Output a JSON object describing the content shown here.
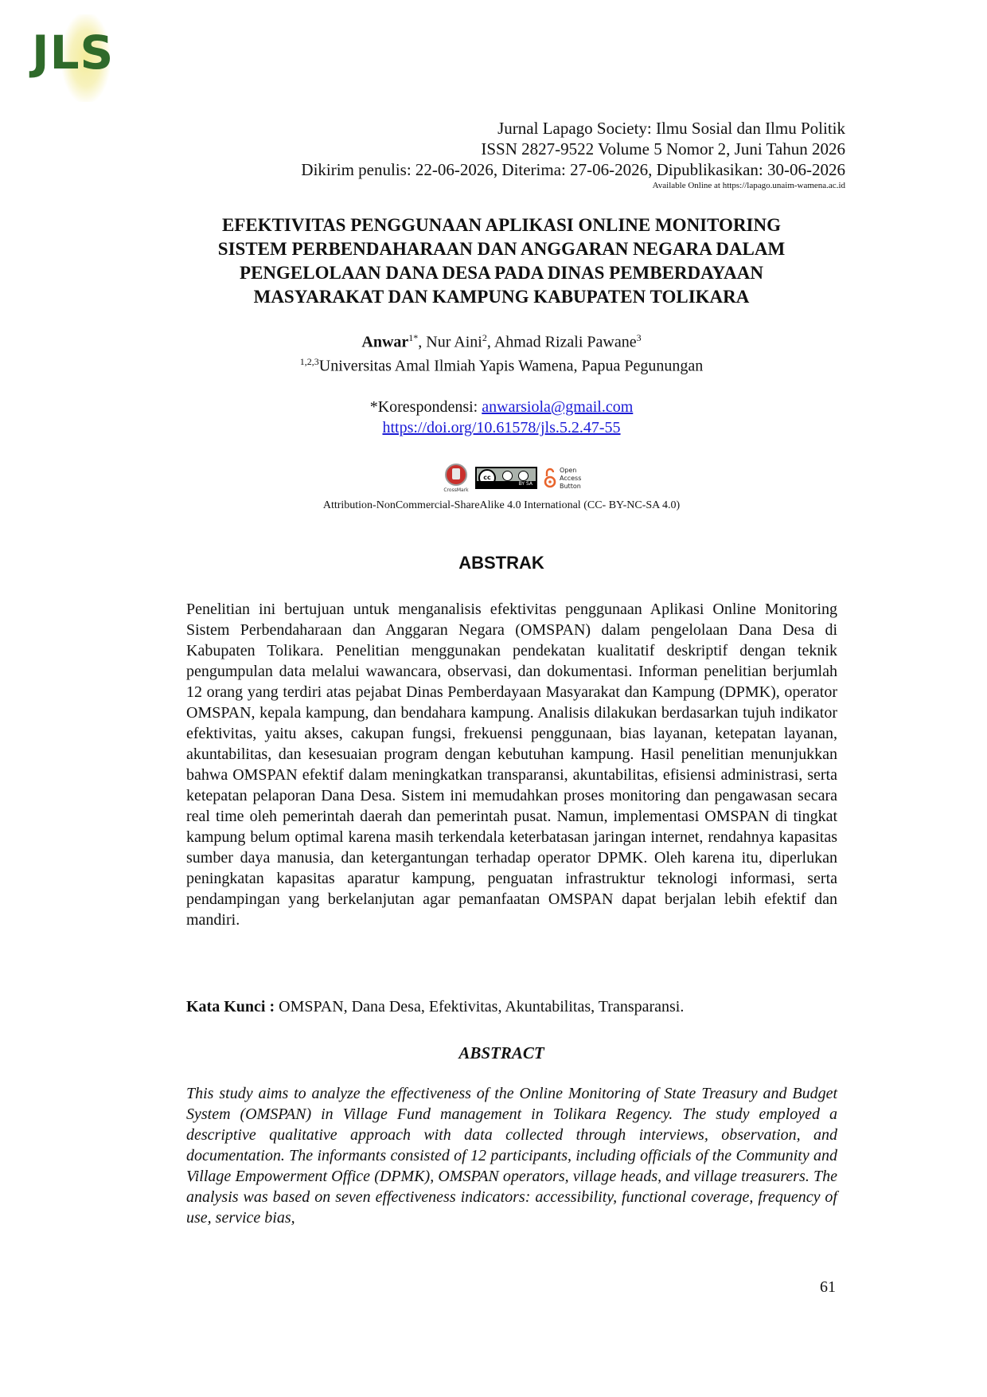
{
  "logo": {
    "text": "JLS"
  },
  "journal": {
    "name": "Jurnal Lapago Society: Ilmu Sosial dan Ilmu Politik",
    "issue": "ISSN 2827-9522 Volume 5 Nomor 2, Juni Tahun 2026",
    "dates": "Dikirim penulis: 22-06-2026, Diterima: 27-06-2026, Dipublikasikan: 30-06-2026",
    "available_online": "Available Online at https://lapago.unaim-wamena.ac.id"
  },
  "title_lines": [
    "EFEKTIVITAS PENGGUNAAN APLIKASI ONLINE MONITORING",
    "SISTEM PERBENDAHARAAN DAN ANGGARAN NEGARA DALAM",
    "PENGELOLAAN DANA DESA PADA DINAS PEMBERDAYAAN",
    "MASYARAKAT DAN KAMPUNG KABUPATEN TOLIKARA"
  ],
  "authors": {
    "author1": "Anwar",
    "author1_sup": "1*",
    "sep1": ", ",
    "author2": "Nur Aini",
    "author2_sup": "2",
    "sep2": ", ",
    "author3": "Ahmad Rizali Pawane",
    "author3_sup": "3"
  },
  "affiliation": {
    "sup": "1,2,3",
    "text": "Universitas Amal Ilmiah Yapis Wamena, Papua Pegunungan"
  },
  "correspondence": {
    "label": "*Korespondensi: ",
    "email": "anwarsiola@gmail.com",
    "doi": "https://doi.org/10.61578/jls.5.2.47-55"
  },
  "badges": {
    "crossmark_label": "CrossMark",
    "cc_symbol": "cc",
    "cc_bar": "BY  SA",
    "oa_line1": "Open",
    "oa_line2": "Access",
    "oa_line3": "Button"
  },
  "license": "Attribution-NonCommercial-ShareAlike 4.0 International (CC- BY-NC-SA 4.0)",
  "abstrak": {
    "heading": "ABSTRAK",
    "body": "Penelitian ini bertujuan untuk menganalisis efektivitas penggunaan Aplikasi Online Monitoring Sistem Perbendaharaan dan Anggaran Negara (OMSPAN) dalam pengelolaan Dana Desa di Kabupaten Tolikara. Penelitian menggunakan pendekatan kualitatif deskriptif dengan teknik pengumpulan data melalui wawancara, observasi, dan dokumentasi. Informan penelitian berjumlah 12 orang yang terdiri atas pejabat Dinas Pemberdayaan Masyarakat dan Kampung (DPMK), operator OMSPAN, kepala kampung, dan bendahara kampung. Analisis dilakukan berdasarkan tujuh indikator efektivitas, yaitu akses, cakupan fungsi, frekuensi penggunaan, bias layanan, ketepatan layanan, akuntabilitas, dan kesesuaian program dengan kebutuhan kampung. Hasil penelitian menunjukkan bahwa OMSPAN efektif dalam meningkatkan transparansi, akuntabilitas, efisiensi administrasi, serta ketepatan pelaporan Dana Desa. Sistem ini memudahkan proses monitoring dan pengawasan secara real time oleh pemerintah daerah dan pemerintah pusat. Namun, implementasi OMSPAN di tingkat kampung belum optimal karena masih terkendala keterbatasan jaringan internet, rendahnya kapasitas sumber daya manusia, dan ketergantungan terhadap operator DPMK. Oleh karena itu, diperlukan peningkatan kapasitas aparatur kampung, penguatan infrastruktur teknologi informasi, serta pendampingan yang berkelanjutan agar pemanfaatan OMSPAN dapat berjalan lebih efektif dan mandiri.",
    "keywords_label": "Kata Kunci :",
    "keywords": " OMSPAN, Dana Desa, Efektivitas, Akuntabilitas, Transparansi."
  },
  "abstract_en": {
    "heading": "ABSTRACT",
    "body": "This study aims to analyze the effectiveness of the Online Monitoring of State Treasury and Budget System (OMSPAN) in Village Fund management in Tolikara Regency. The study employed a descriptive qualitative approach with data collected through interviews, observation, and documentation. The informants consisted of 12 participants, including officials of the Community and Village Empowerment Office (DPMK), OMSPAN operators, village heads, and village treasurers. The analysis was based on seven effectiveness indicators: accessibility, functional coverage, frequency of use, service bias,"
  },
  "page_number": "61",
  "colors": {
    "logo_green": "#2f6a2a",
    "logo_glow": "#f4ec9a",
    "link_blue": "#1a1ad6"
  }
}
